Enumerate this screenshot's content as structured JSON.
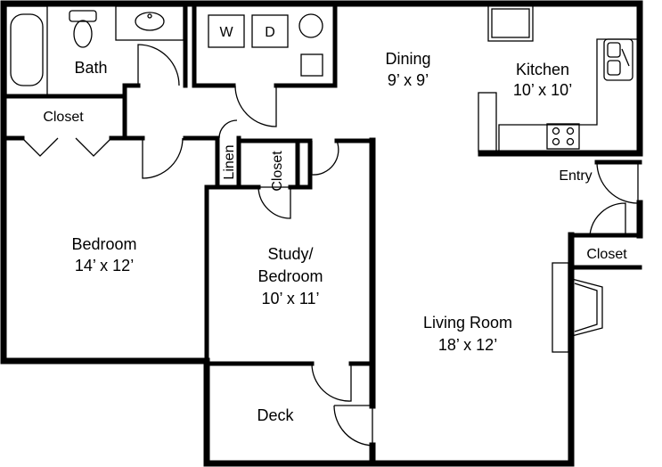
{
  "rooms": {
    "bath": {
      "name": "Bath"
    },
    "closet_bedroom": {
      "name": "Closet"
    },
    "bedroom": {
      "name": "Bedroom",
      "size": "14’ x 12’"
    },
    "linen": {
      "name": "Linen"
    },
    "closet_study": {
      "name": "Closet"
    },
    "study": {
      "name_line1": "Study/",
      "name_line2": "Bedroom",
      "size": "10’ x 11’"
    },
    "dining": {
      "name": "Dining",
      "size": "9’ x 9’"
    },
    "kitchen": {
      "name": "Kitchen",
      "size": "10’ x 10’"
    },
    "entry": {
      "name": "Entry"
    },
    "closet_entry": {
      "name": "Closet"
    },
    "living": {
      "name": "Living Room",
      "size": "18’ x 12’"
    },
    "deck": {
      "name": "Deck"
    }
  },
  "appliances": {
    "washer": "W",
    "dryer": "D"
  }
}
